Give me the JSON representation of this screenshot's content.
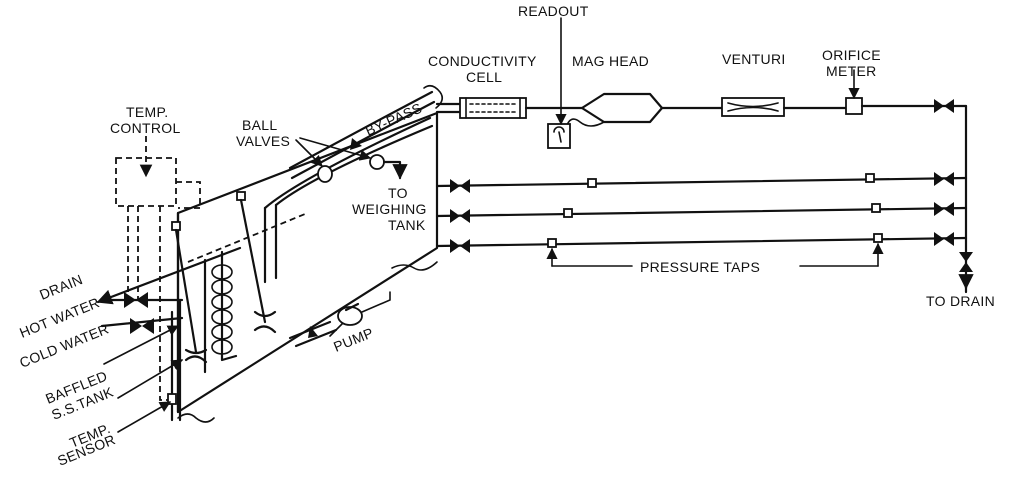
{
  "labels": {
    "readout": "READOUT",
    "conductivity_1": "CONDUCTIVITY",
    "conductivity_2": "CELL",
    "mag_head": "MAG HEAD",
    "venturi": "VENTURI",
    "orifice_1": "ORIFICE",
    "orifice_2": "METER",
    "temp_control_1": "TEMP.",
    "temp_control_2": "CONTROL",
    "ball_valves_1": "BALL",
    "ball_valves_2": "VALVES",
    "bypass": "BY-PASS",
    "to_weighing_1": "TO",
    "to_weighing_2": "WEIGHING",
    "to_weighing_3": "TANK",
    "pressure_taps": "PRESSURE TAPS",
    "to_drain": "TO DRAIN",
    "drain": "DRAIN",
    "hot_water": "HOT WATER",
    "cold_water": "COLD WATER",
    "baffled_1": "BAFFLED",
    "baffled_2": "S.S.TANK",
    "temp_sensor_1": "TEMP.",
    "temp_sensor_2": "SENSOR",
    "pump": "PUMP"
  }
}
